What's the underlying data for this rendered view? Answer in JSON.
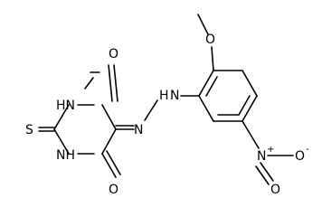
{
  "molecule": {
    "atoms": {
      "o_top": "O",
      "hn_left": "HN",
      "nh_right": "NH",
      "s": "S",
      "n_azo": "N",
      "h_hydrazo": "H",
      "n_hydrazo": "N",
      "o_methoxy": "O",
      "nitro_n": "N",
      "nitro_n_charge": "+",
      "nitro_o": "O",
      "nitro_o_charge": "-",
      "nitro_o_bottom": "O",
      "o_bottom": "O"
    },
    "colors": {
      "bond": "#000000",
      "label": "#000000",
      "background": "#ffffff"
    }
  }
}
